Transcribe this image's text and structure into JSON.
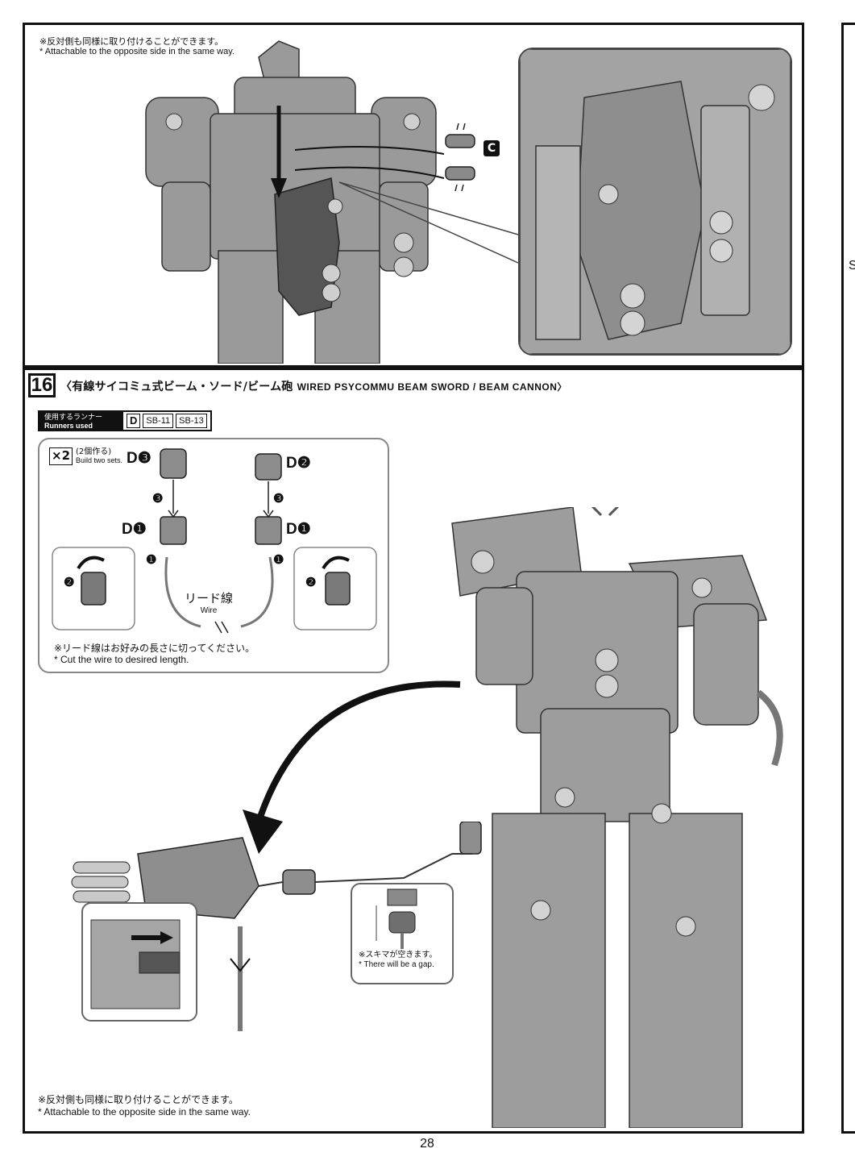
{
  "page_number": "28",
  "top": {
    "note_jp": "※反対側も同様に取り付けることができます。",
    "note_en": "* Attachable to the opposite side in the same way.",
    "runner_badge": "C"
  },
  "step": {
    "number": "16",
    "title_jp": "〈有線サイコミュ式ビーム・ソード/ビーム砲",
    "title_en": "WIRED PSYCOMMU BEAM SWORD / BEAM CANNON〉",
    "runners_label_jp": "使用するランナー",
    "runners_label_en": "Runners used",
    "runners": [
      "D",
      "SB-11",
      "SB-13"
    ],
    "build_count": "×2",
    "build_count_jp": "(2個作る)",
    "build_count_en": "Build two sets.",
    "parts": {
      "d3": "D❸",
      "d2": "D❷",
      "d1_left": "D❶",
      "d1_right": "D❶"
    },
    "step_markers": [
      "❶",
      "❷",
      "❸"
    ],
    "wire_label_jp": "リード線",
    "wire_label_en": "Wire",
    "wire_note_jp": "※リード線はお好みの長さに切ってください。",
    "wire_note_en": "* Cut the wire to desired length.",
    "gap_note_jp": "※スキマが空きます。",
    "gap_note_en": "* There will be a gap.",
    "bottom_note_jp": "※反対側も同様に取り付けることができます。",
    "bottom_note_en": "* Attachable to the opposite side in the same way."
  },
  "right_strip": {
    "letters": [
      "S"
    ]
  }
}
